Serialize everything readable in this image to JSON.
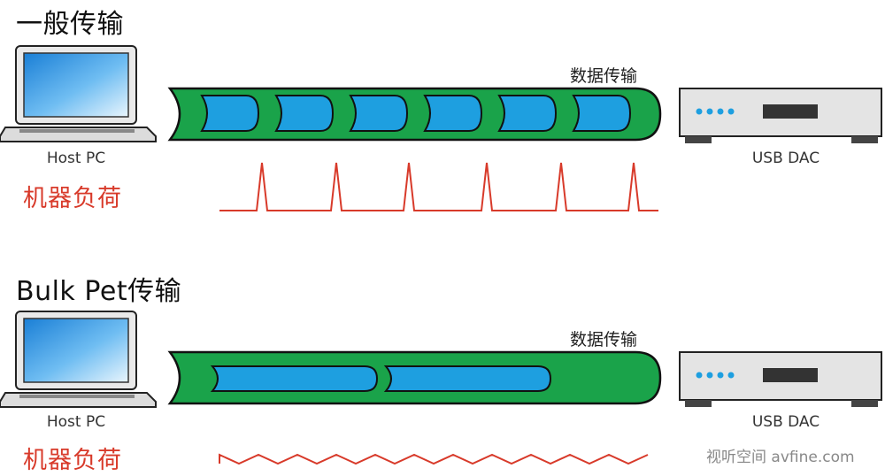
{
  "sections": [
    {
      "title": "一般传输",
      "host_label": "Host PC",
      "device_label": "USB DAC",
      "pipe_label": "数据传输",
      "load_label": "机器负荷",
      "packet_count": 6,
      "load_pattern": "spikes"
    },
    {
      "title": "Bulk Pet传输",
      "host_label": "Host PC",
      "device_label": "USB DAC",
      "pipe_label": "数据传输",
      "load_label": "机器负荷",
      "packet_count": 2,
      "load_pattern": "ripple"
    }
  ],
  "watermark": "视听空间 avfine.com",
  "colors": {
    "pipe": "#1aa34a",
    "packet": "#1e9fe0",
    "load_line": "#d83a2a",
    "load_text": "#d83a2a"
  },
  "icons": {
    "host": "laptop-icon",
    "device": "usb-dac-icon"
  }
}
